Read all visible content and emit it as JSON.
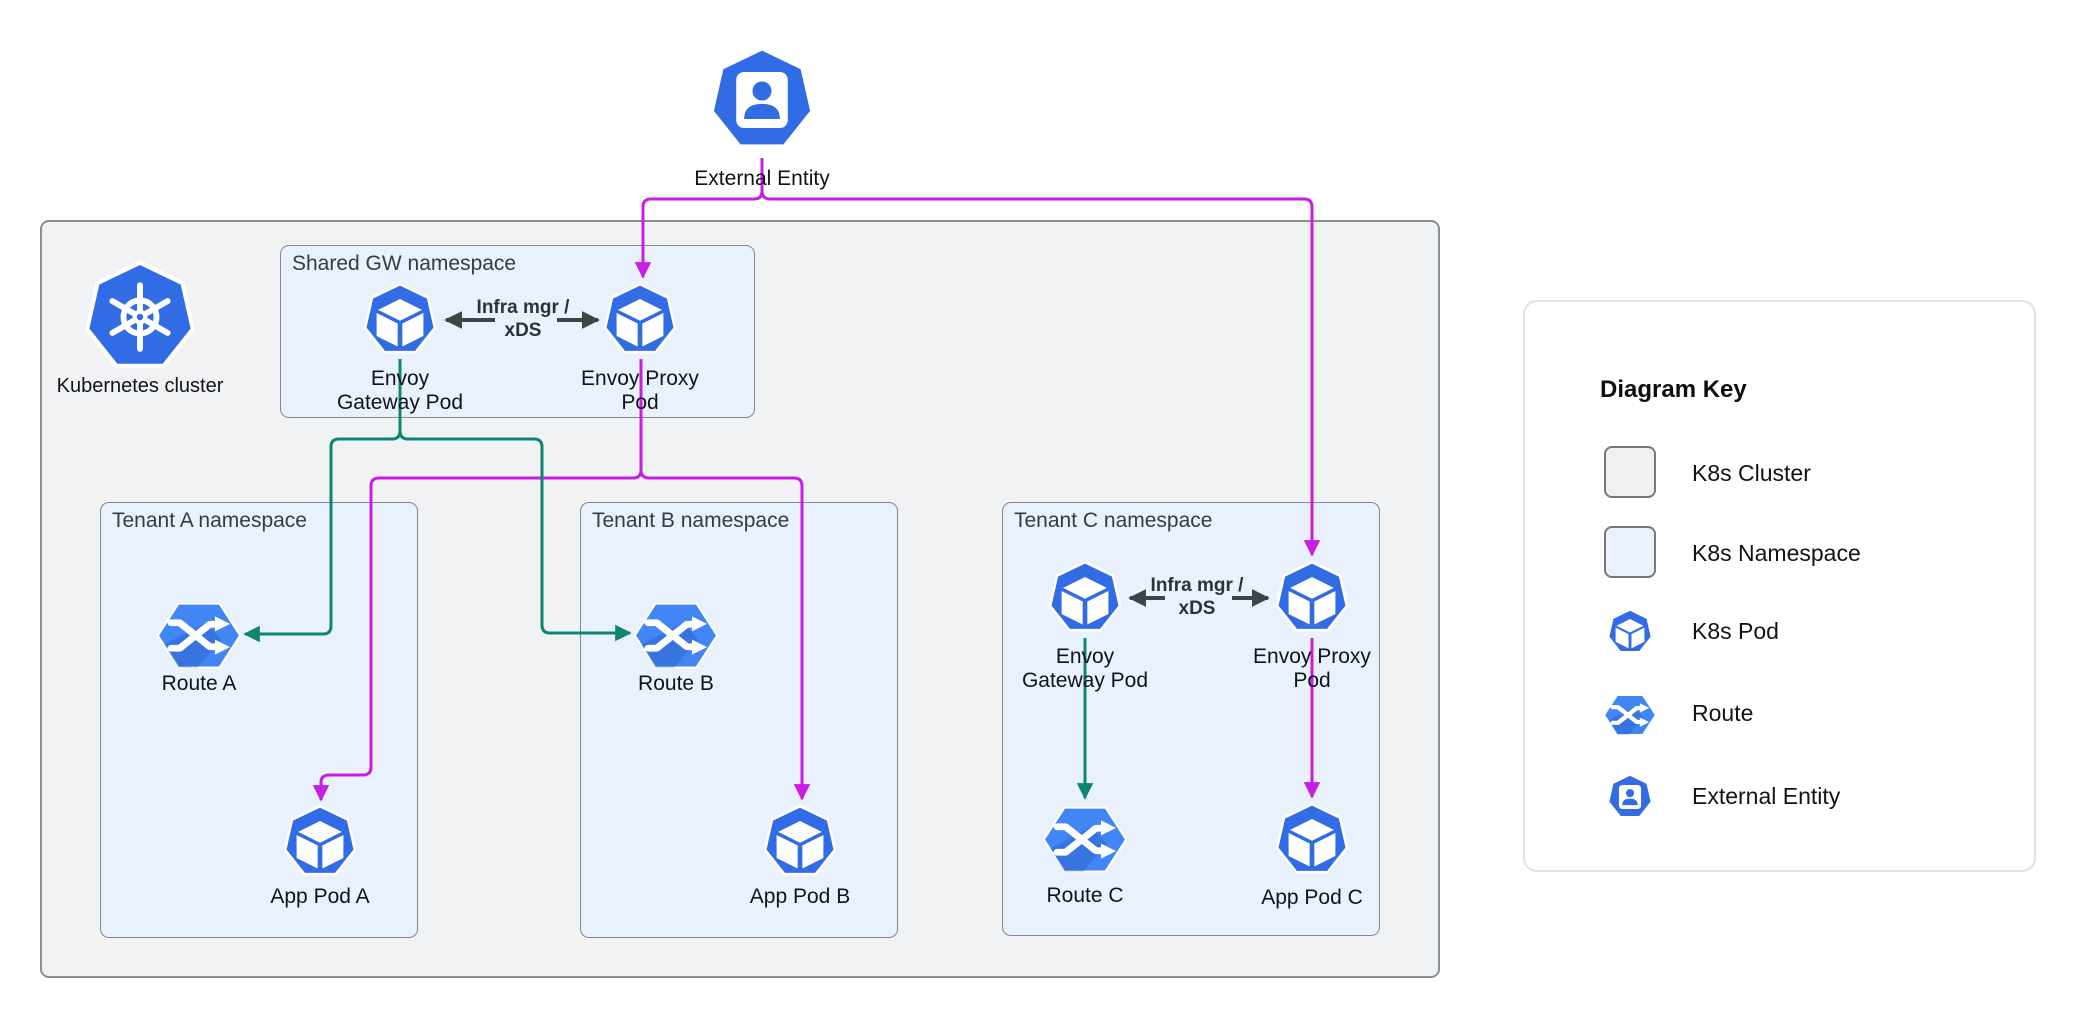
{
  "colors": {
    "pod_blue": "#326CE5",
    "route_blue": "#4285F4",
    "route_shadow": "#2A5FC6",
    "magenta": "#C81EE4",
    "green": "#0E8573",
    "cluster_fill": "#F1F2F4",
    "cluster_border": "#878F98",
    "namespace_fill": "#E9F1FC",
    "namespace_border": "#7E8896",
    "dark_arrow": "#3F4447"
  },
  "cluster": {
    "title": "Kubernetes cluster"
  },
  "namespaces": {
    "shared": {
      "title": "Shared GW namespace"
    },
    "tenant_a": {
      "title": "Tenant A namespace"
    },
    "tenant_b": {
      "title": "Tenant B namespace"
    },
    "tenant_c": {
      "title": "Tenant C namespace"
    }
  },
  "nodes": {
    "external_entity": {
      "label": "External Entity"
    },
    "shared_gateway": {
      "label_line1": "Envoy",
      "label_line2": "Gateway Pod"
    },
    "shared_proxy": {
      "label_line1": "Envoy Proxy",
      "label_line2": "Pod"
    },
    "route_a": {
      "label": "Route A"
    },
    "app_pod_a": {
      "label": "App Pod A"
    },
    "route_b": {
      "label": "Route B"
    },
    "app_pod_b": {
      "label": "App Pod B"
    },
    "tenant_c_gateway": {
      "label_line1": "Envoy",
      "label_line2": "Gateway Pod"
    },
    "tenant_c_proxy": {
      "label_line1": "Envoy Proxy",
      "label_line2": "Pod"
    },
    "route_c": {
      "label": "Route C"
    },
    "app_pod_c": {
      "label": "App Pod C"
    }
  },
  "edges": {
    "shared_xds": {
      "label_line1": "Infra mgr /",
      "label_line2": "xDS"
    },
    "tenant_c_xds": {
      "label_line1": "Infra mgr /",
      "label_line2": "xDS"
    }
  },
  "legend": {
    "title": "Diagram Key",
    "items": [
      {
        "label": "K8s Cluster"
      },
      {
        "label": "K8s Namespace"
      },
      {
        "label": "K8s Pod"
      },
      {
        "label": "Route"
      },
      {
        "label": "External Entity"
      }
    ]
  }
}
